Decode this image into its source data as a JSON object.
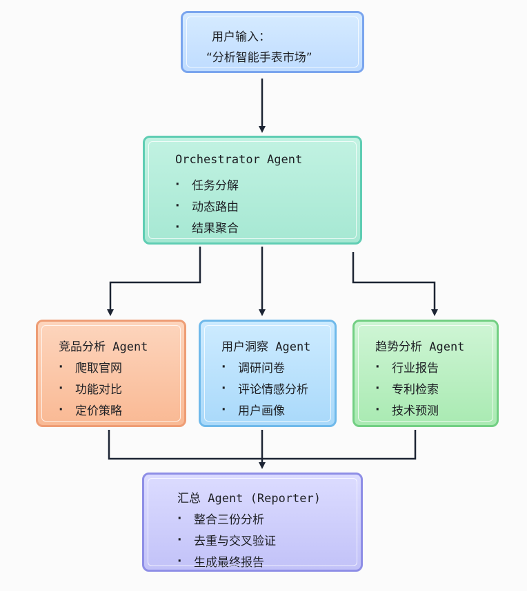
{
  "input": {
    "line1": "用户输入：",
    "line2": "“分析智能手表市场”"
  },
  "orchestrator": {
    "title": "Orchestrator Agent",
    "items": [
      "任务分解",
      "动态路由",
      "结果聚合"
    ]
  },
  "competitor": {
    "title": "竞品分析 Agent",
    "items": [
      "爬取官网",
      "功能对比",
      "定价策略"
    ]
  },
  "user_insight": {
    "title": "用户洞察 Agent",
    "items": [
      "调研问卷",
      "评论情感分析",
      "用户画像"
    ]
  },
  "trend": {
    "title": "趋势分析 Agent",
    "items": [
      "行业报告",
      "专利检索",
      "技术预测"
    ]
  },
  "reporter": {
    "title": "汇总 Agent (Reporter)",
    "items": [
      "整合三份分析",
      "去重与交叉验证",
      "生成最终报告"
    ]
  },
  "bullet": "·",
  "colors": {
    "input": "#bfdcff",
    "orchestrator": "#a6e8d3",
    "competitor": "#f9b994",
    "user_insight": "#a9d9fa",
    "trend": "#a9eab2",
    "reporter": "#c2c2f8",
    "arrow": "#1c2433"
  }
}
